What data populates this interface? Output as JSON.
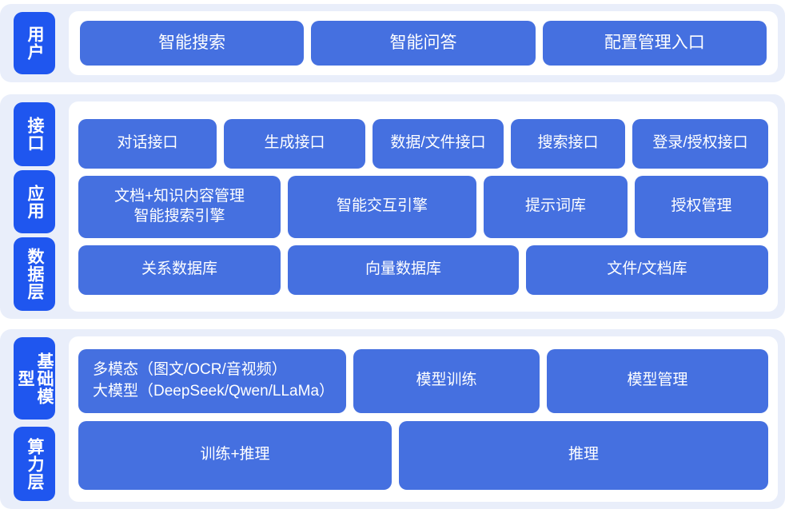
{
  "theme": {
    "page_background": "#ffffff",
    "section_background": "#e9eefa",
    "panel_background": "#ffffff",
    "rail_chip_color": "#1f56ef",
    "content_chip_color": "#4570e0",
    "chip_text_color": "#ffffff"
  },
  "sections": [
    {
      "id": "user",
      "rail": [
        {
          "label": "用户"
        }
      ],
      "rows": [
        {
          "id": "user-entries",
          "chips": [
            {
              "label": "智能搜索"
            },
            {
              "label": "智能问答"
            },
            {
              "label": "配置管理入口"
            }
          ]
        }
      ]
    },
    {
      "id": "middle",
      "rail": [
        {
          "label": "接口"
        },
        {
          "label": "应用"
        },
        {
          "label": "数据层"
        }
      ],
      "rows": [
        {
          "id": "api",
          "chips": [
            {
              "label": "对话接口"
            },
            {
              "label": "生成接口"
            },
            {
              "label": "数据/文件接口"
            },
            {
              "label": "搜索接口"
            },
            {
              "label": "登录/授权接口"
            }
          ]
        },
        {
          "id": "app",
          "chips": [
            {
              "label": "文档+知识内容管理\n智能搜索引擎"
            },
            {
              "label": "智能交互引擎"
            },
            {
              "label": "提示词库"
            },
            {
              "label": "授权管理"
            }
          ]
        },
        {
          "id": "data",
          "chips": [
            {
              "label": "关系数据库"
            },
            {
              "label": "向量数据库"
            },
            {
              "label": "文件/文档库"
            }
          ]
        }
      ]
    },
    {
      "id": "base",
      "rail": [
        {
          "label": "基础模型"
        },
        {
          "label": "算力层"
        }
      ],
      "rows": [
        {
          "id": "model",
          "chips": [
            {
              "label": "多模态（图文/OCR/音视频）\n大模型（DeepSeek/Qwen/LLaMa）"
            },
            {
              "label": "模型训练"
            },
            {
              "label": "模型管理"
            }
          ]
        },
        {
          "id": "compute",
          "chips": [
            {
              "label": "训练+推理"
            },
            {
              "label": "推理"
            }
          ]
        }
      ]
    }
  ]
}
